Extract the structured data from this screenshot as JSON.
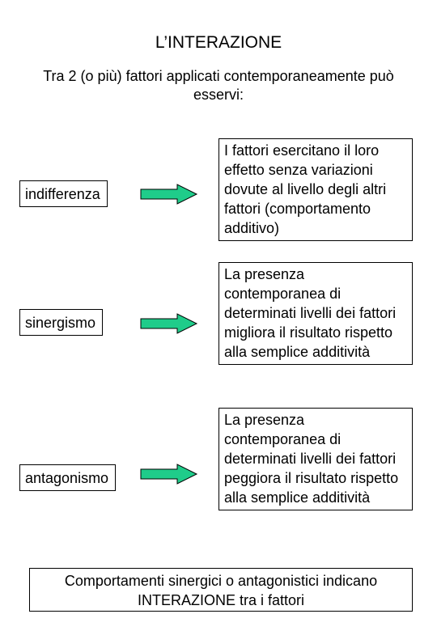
{
  "title": "L’INTERAZIONE",
  "intro": "Tra 2 (o più) fattori applicati contemporaneamente può esservi:",
  "rows": [
    {
      "term": "indifferenza",
      "description": "I fattori esercitano il loro effetto senza variazioni dovute al livello degli altri fattori (comportamento additivo)"
    },
    {
      "term": "sinergismo",
      "description": "La presenza contemporanea di determinati livelli dei fattori migliora il risultato rispetto alla semplice additività"
    },
    {
      "term": "antagonismo",
      "description": "La presenza contemporanea di determinati livelli dei fattori peggiora il risultato rispetto alla semplice additività"
    }
  ],
  "footer": "Comportamenti sinergici o antagonistici indicano INTERAZIONE tra i fattori",
  "colors": {
    "arrow_fill": "#1fcc8a",
    "border": "#000000",
    "background": "#ffffff"
  }
}
